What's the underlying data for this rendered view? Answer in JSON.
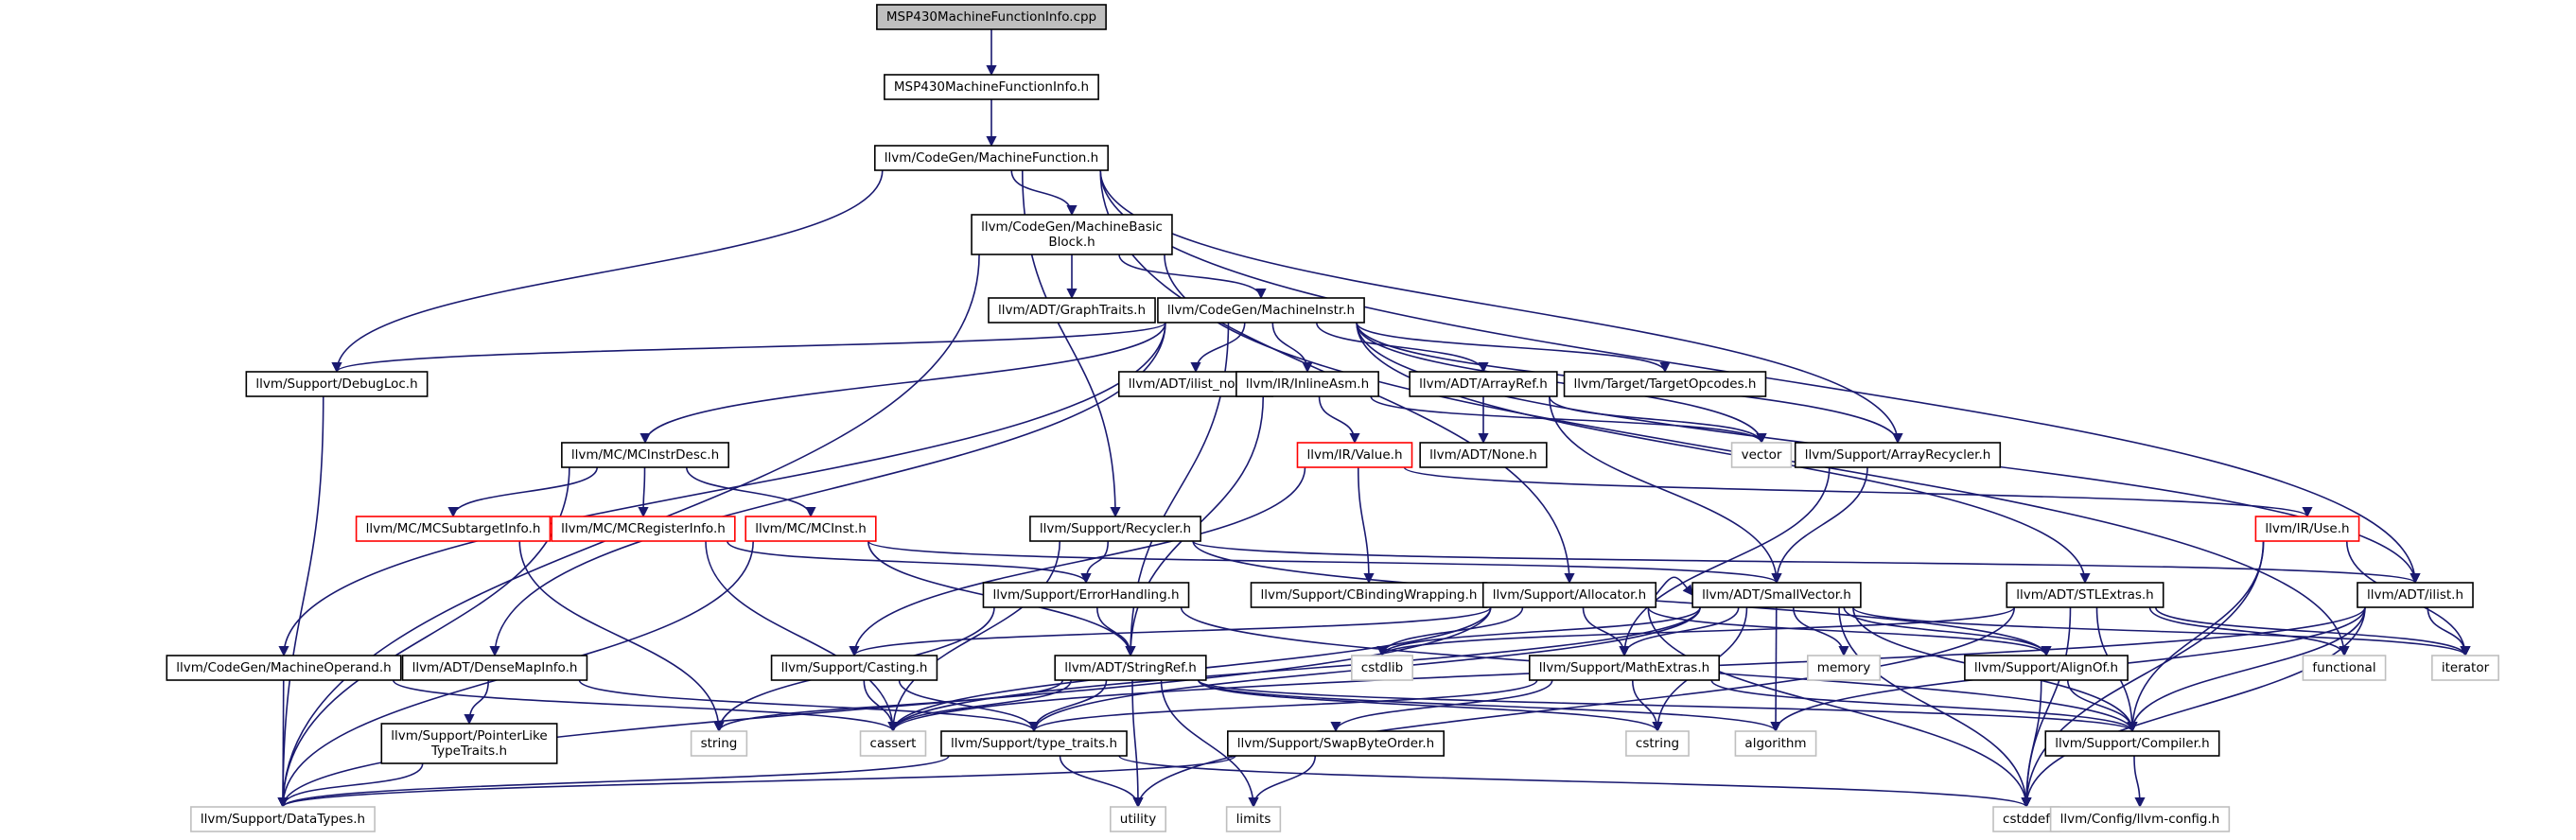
{
  "colors": {
    "edge": "#191970",
    "node_border": "#000000",
    "node_border_truncated": "#ff0000",
    "node_border_system": "#bfbfbf",
    "root_fill": "#bfbfbf",
    "text": "#000000",
    "text_system": "#000000"
  },
  "nodes": [
    {
      "id": "root",
      "lines": [
        "MSP430MachineFunctionInfo.cpp"
      ],
      "style": "root"
    },
    {
      "id": "mspinfo",
      "lines": [
        "MSP430MachineFunctionInfo.h"
      ],
      "style": "normal"
    },
    {
      "id": "mf",
      "lines": [
        "llvm/CodeGen/MachineFunction.h"
      ],
      "style": "normal"
    },
    {
      "id": "mbb",
      "lines": [
        "llvm/CodeGen/MachineBasic",
        "Block.h"
      ],
      "style": "normal"
    },
    {
      "id": "graphtraits",
      "lines": [
        "llvm/ADT/GraphTraits.h"
      ],
      "style": "normal"
    },
    {
      "id": "minstr",
      "lines": [
        "llvm/CodeGen/MachineInstr.h"
      ],
      "style": "normal"
    },
    {
      "id": "debugloc",
      "lines": [
        "llvm/Support/DebugLoc.h"
      ],
      "style": "normal"
    },
    {
      "id": "ilistnode",
      "lines": [
        "llvm/ADT/ilist_node.h"
      ],
      "style": "normal"
    },
    {
      "id": "inlineasm",
      "lines": [
        "llvm/IR/InlineAsm.h"
      ],
      "style": "normal"
    },
    {
      "id": "arrayref",
      "lines": [
        "llvm/ADT/ArrayRef.h"
      ],
      "style": "normal"
    },
    {
      "id": "targetopcodes",
      "lines": [
        "llvm/Target/TargetOpcodes.h"
      ],
      "style": "normal"
    },
    {
      "id": "none",
      "lines": [
        "llvm/ADT/None.h"
      ],
      "style": "normal"
    },
    {
      "id": "vector",
      "lines": [
        "vector"
      ],
      "style": "system"
    },
    {
      "id": "value",
      "lines": [
        "llvm/IR/Value.h"
      ],
      "style": "truncated"
    },
    {
      "id": "arrayrecycler",
      "lines": [
        "llvm/Support/ArrayRecycler.h"
      ],
      "style": "normal"
    },
    {
      "id": "mcinstrdesc",
      "lines": [
        "llvm/MC/MCInstrDesc.h"
      ],
      "style": "normal"
    },
    {
      "id": "mcsubtarget",
      "lines": [
        "llvm/MC/MCSubtargetInfo.h"
      ],
      "style": "truncated"
    },
    {
      "id": "mcreginfo",
      "lines": [
        "llvm/MC/MCRegisterInfo.h"
      ],
      "style": "truncated"
    },
    {
      "id": "mcinst",
      "lines": [
        "llvm/MC/MCInst.h"
      ],
      "style": "truncated"
    },
    {
      "id": "recycler",
      "lines": [
        "llvm/Support/Recycler.h"
      ],
      "style": "normal"
    },
    {
      "id": "iruse",
      "lines": [
        "llvm/IR/Use.h"
      ],
      "style": "truncated"
    },
    {
      "id": "errorhandling",
      "lines": [
        "llvm/Support/ErrorHandling.h"
      ],
      "style": "normal"
    },
    {
      "id": "cbinding",
      "lines": [
        "llvm/Support/CBindingWrapping.h"
      ],
      "style": "normal"
    },
    {
      "id": "allocator",
      "lines": [
        "llvm/Support/Allocator.h"
      ],
      "style": "normal"
    },
    {
      "id": "smallvector",
      "lines": [
        "llvm/ADT/SmallVector.h"
      ],
      "style": "normal"
    },
    {
      "id": "stlextras",
      "lines": [
        "llvm/ADT/STLExtras.h"
      ],
      "style": "normal"
    },
    {
      "id": "ilist",
      "lines": [
        "llvm/ADT/ilist.h"
      ],
      "style": "normal"
    },
    {
      "id": "mop",
      "lines": [
        "llvm/CodeGen/MachineOperand.h"
      ],
      "style": "normal"
    },
    {
      "id": "densemapinfo",
      "lines": [
        "llvm/ADT/DenseMapInfo.h"
      ],
      "style": "normal"
    },
    {
      "id": "casting",
      "lines": [
        "llvm/Support/Casting.h"
      ],
      "style": "normal"
    },
    {
      "id": "stringref",
      "lines": [
        "llvm/ADT/StringRef.h"
      ],
      "style": "normal"
    },
    {
      "id": "cstdlib",
      "lines": [
        "cstdlib"
      ],
      "style": "system"
    },
    {
      "id": "memory",
      "lines": [
        "memory"
      ],
      "style": "system"
    },
    {
      "id": "mathextras",
      "lines": [
        "llvm/Support/MathExtras.h"
      ],
      "style": "normal"
    },
    {
      "id": "alignof",
      "lines": [
        "llvm/Support/AlignOf.h"
      ],
      "style": "normal"
    },
    {
      "id": "functional",
      "lines": [
        "functional"
      ],
      "style": "system"
    },
    {
      "id": "iterator",
      "lines": [
        "iterator"
      ],
      "style": "system"
    },
    {
      "id": "ptrliketraits",
      "lines": [
        "llvm/Support/PointerLike",
        "TypeTraits.h"
      ],
      "style": "normal"
    },
    {
      "id": "string",
      "lines": [
        "string"
      ],
      "style": "system"
    },
    {
      "id": "cassert",
      "lines": [
        "cassert"
      ],
      "style": "system"
    },
    {
      "id": "typetraits",
      "lines": [
        "llvm/Support/type_traits.h"
      ],
      "style": "normal"
    },
    {
      "id": "cstring",
      "lines": [
        "cstring"
      ],
      "style": "system"
    },
    {
      "id": "algorithm",
      "lines": [
        "algorithm"
      ],
      "style": "system"
    },
    {
      "id": "compiler",
      "lines": [
        "llvm/Support/Compiler.h"
      ],
      "style": "normal"
    },
    {
      "id": "swapbyteorder",
      "lines": [
        "llvm/Support/SwapByteOrder.h"
      ],
      "style": "normal"
    },
    {
      "id": "datatypes",
      "lines": [
        "llvm/Support/DataTypes.h"
      ],
      "style": "system"
    },
    {
      "id": "utility",
      "lines": [
        "utility"
      ],
      "style": "system"
    },
    {
      "id": "limits",
      "lines": [
        "limits"
      ],
      "style": "system"
    },
    {
      "id": "cstddef",
      "lines": [
        "cstddef"
      ],
      "style": "system"
    },
    {
      "id": "llvmconfig",
      "lines": [
        "llvm/Config/llvm-config.h"
      ],
      "style": "system"
    }
  ],
  "edges": [
    [
      "root",
      "mspinfo"
    ],
    [
      "mspinfo",
      "mf"
    ],
    [
      "mf",
      "mbb"
    ],
    [
      "mf",
      "debugloc"
    ],
    [
      "mf",
      "recycler"
    ],
    [
      "mf",
      "arrayrecycler"
    ],
    [
      "mf",
      "ilist"
    ],
    [
      "mf",
      "allocator"
    ],
    [
      "mbb",
      "graphtraits"
    ],
    [
      "mbb",
      "minstr"
    ],
    [
      "mbb",
      "functional"
    ],
    [
      "mbb",
      "datatypes"
    ],
    [
      "minstr",
      "debugloc"
    ],
    [
      "minstr",
      "ilistnode"
    ],
    [
      "minstr",
      "inlineasm"
    ],
    [
      "minstr",
      "arrayref"
    ],
    [
      "minstr",
      "targetopcodes"
    ],
    [
      "minstr",
      "vector"
    ],
    [
      "minstr",
      "arrayrecycler"
    ],
    [
      "minstr",
      "stlextras"
    ],
    [
      "minstr",
      "ilist"
    ],
    [
      "minstr",
      "mcinstrdesc"
    ],
    [
      "minstr",
      "mop"
    ],
    [
      "minstr",
      "densemapinfo"
    ],
    [
      "minstr",
      "stringref"
    ],
    [
      "debugloc",
      "datatypes"
    ],
    [
      "inlineasm",
      "value"
    ],
    [
      "inlineasm",
      "vector"
    ],
    [
      "inlineasm",
      "stringref"
    ],
    [
      "arrayref",
      "none"
    ],
    [
      "arrayref",
      "vector"
    ],
    [
      "arrayref",
      "smallvector"
    ],
    [
      "value",
      "iruse"
    ],
    [
      "value",
      "cbinding"
    ],
    [
      "value",
      "casting"
    ],
    [
      "arrayrecycler",
      "smallvector"
    ],
    [
      "arrayrecycler",
      "mathextras"
    ],
    [
      "mcinstrdesc",
      "mcsubtarget"
    ],
    [
      "mcinstrdesc",
      "mcreginfo"
    ],
    [
      "mcinstrdesc",
      "mcinst"
    ],
    [
      "mcinstrdesc",
      "datatypes"
    ],
    [
      "mcsubtarget",
      "string"
    ],
    [
      "mcreginfo",
      "cassert"
    ],
    [
      "mcreginfo",
      "errorhandling"
    ],
    [
      "mcinst",
      "stringref"
    ],
    [
      "mcinst",
      "datatypes"
    ],
    [
      "mcinst",
      "smallvector"
    ],
    [
      "recycler",
      "errorhandling"
    ],
    [
      "recycler",
      "cassert"
    ],
    [
      "recycler",
      "alignof"
    ],
    [
      "recycler",
      "ilist"
    ],
    [
      "iruse",
      "compiler"
    ],
    [
      "iruse",
      "iterator"
    ],
    [
      "iruse",
      "cstddef"
    ],
    [
      "errorhandling",
      "stringref"
    ],
    [
      "errorhandling",
      "compiler"
    ],
    [
      "errorhandling",
      "string"
    ],
    [
      "allocator",
      "casting"
    ],
    [
      "allocator",
      "cstdlib"
    ],
    [
      "allocator",
      "mathextras"
    ],
    [
      "allocator",
      "alignof"
    ],
    [
      "allocator",
      "cassert"
    ],
    [
      "allocator",
      "cstddef"
    ],
    [
      "allocator",
      "smallvector"
    ],
    [
      "allocator",
      "datatypes"
    ],
    [
      "smallvector",
      "alignof"
    ],
    [
      "smallvector",
      "compiler"
    ],
    [
      "smallvector",
      "mathextras"
    ],
    [
      "smallvector",
      "type_traits_dummy"
    ],
    [
      "smallvector",
      "algorithm"
    ],
    [
      "smallvector",
      "cassert"
    ],
    [
      "smallvector",
      "cstddef"
    ],
    [
      "smallvector",
      "cstdlib"
    ],
    [
      "smallvector",
      "cstring"
    ],
    [
      "smallvector",
      "iterator"
    ],
    [
      "smallvector",
      "memory"
    ],
    [
      "smallvector",
      "typetraits"
    ],
    [
      "stlextras",
      "compiler"
    ],
    [
      "stlextras",
      "cstddef"
    ],
    [
      "stlextras",
      "cstdlib"
    ],
    [
      "stlextras",
      "functional"
    ],
    [
      "stlextras",
      "iterator"
    ],
    [
      "stlextras",
      "utility"
    ],
    [
      "ilist",
      "compiler"
    ],
    [
      "ilist",
      "algorithm"
    ],
    [
      "ilist",
      "cassert"
    ],
    [
      "ilist",
      "cstddef"
    ],
    [
      "ilist",
      "iterator"
    ],
    [
      "mop",
      "cassert"
    ],
    [
      "mop",
      "datatypes"
    ],
    [
      "densemapinfo",
      "ptrliketraits"
    ],
    [
      "densemapinfo",
      "typetraits"
    ],
    [
      "ptrliketraits",
      "datatypes"
    ],
    [
      "casting",
      "cassert"
    ],
    [
      "casting",
      "typetraits"
    ],
    [
      "stringref",
      "typetraits"
    ],
    [
      "stringref",
      "cstring"
    ],
    [
      "stringref",
      "utility"
    ],
    [
      "stringref",
      "limits"
    ],
    [
      "stringref",
      "string"
    ],
    [
      "stringref",
      "algorithm"
    ],
    [
      "stringref",
      "cassert"
    ],
    [
      "stringref",
      "compiler"
    ],
    [
      "mathextras",
      "swapbyteorder"
    ],
    [
      "mathextras",
      "compiler"
    ],
    [
      "mathextras",
      "cstring"
    ],
    [
      "mathextras",
      "typetraits"
    ],
    [
      "alignof",
      "compiler"
    ],
    [
      "alignof",
      "cstddef"
    ],
    [
      "typetraits",
      "utility"
    ],
    [
      "typetraits",
      "cstddef"
    ],
    [
      "typetraits",
      "datatypes"
    ],
    [
      "swapbyteorder",
      "limits"
    ],
    [
      "swapbyteorder",
      "datatypes"
    ],
    [
      "compiler",
      "llvmconfig"
    ]
  ]
}
